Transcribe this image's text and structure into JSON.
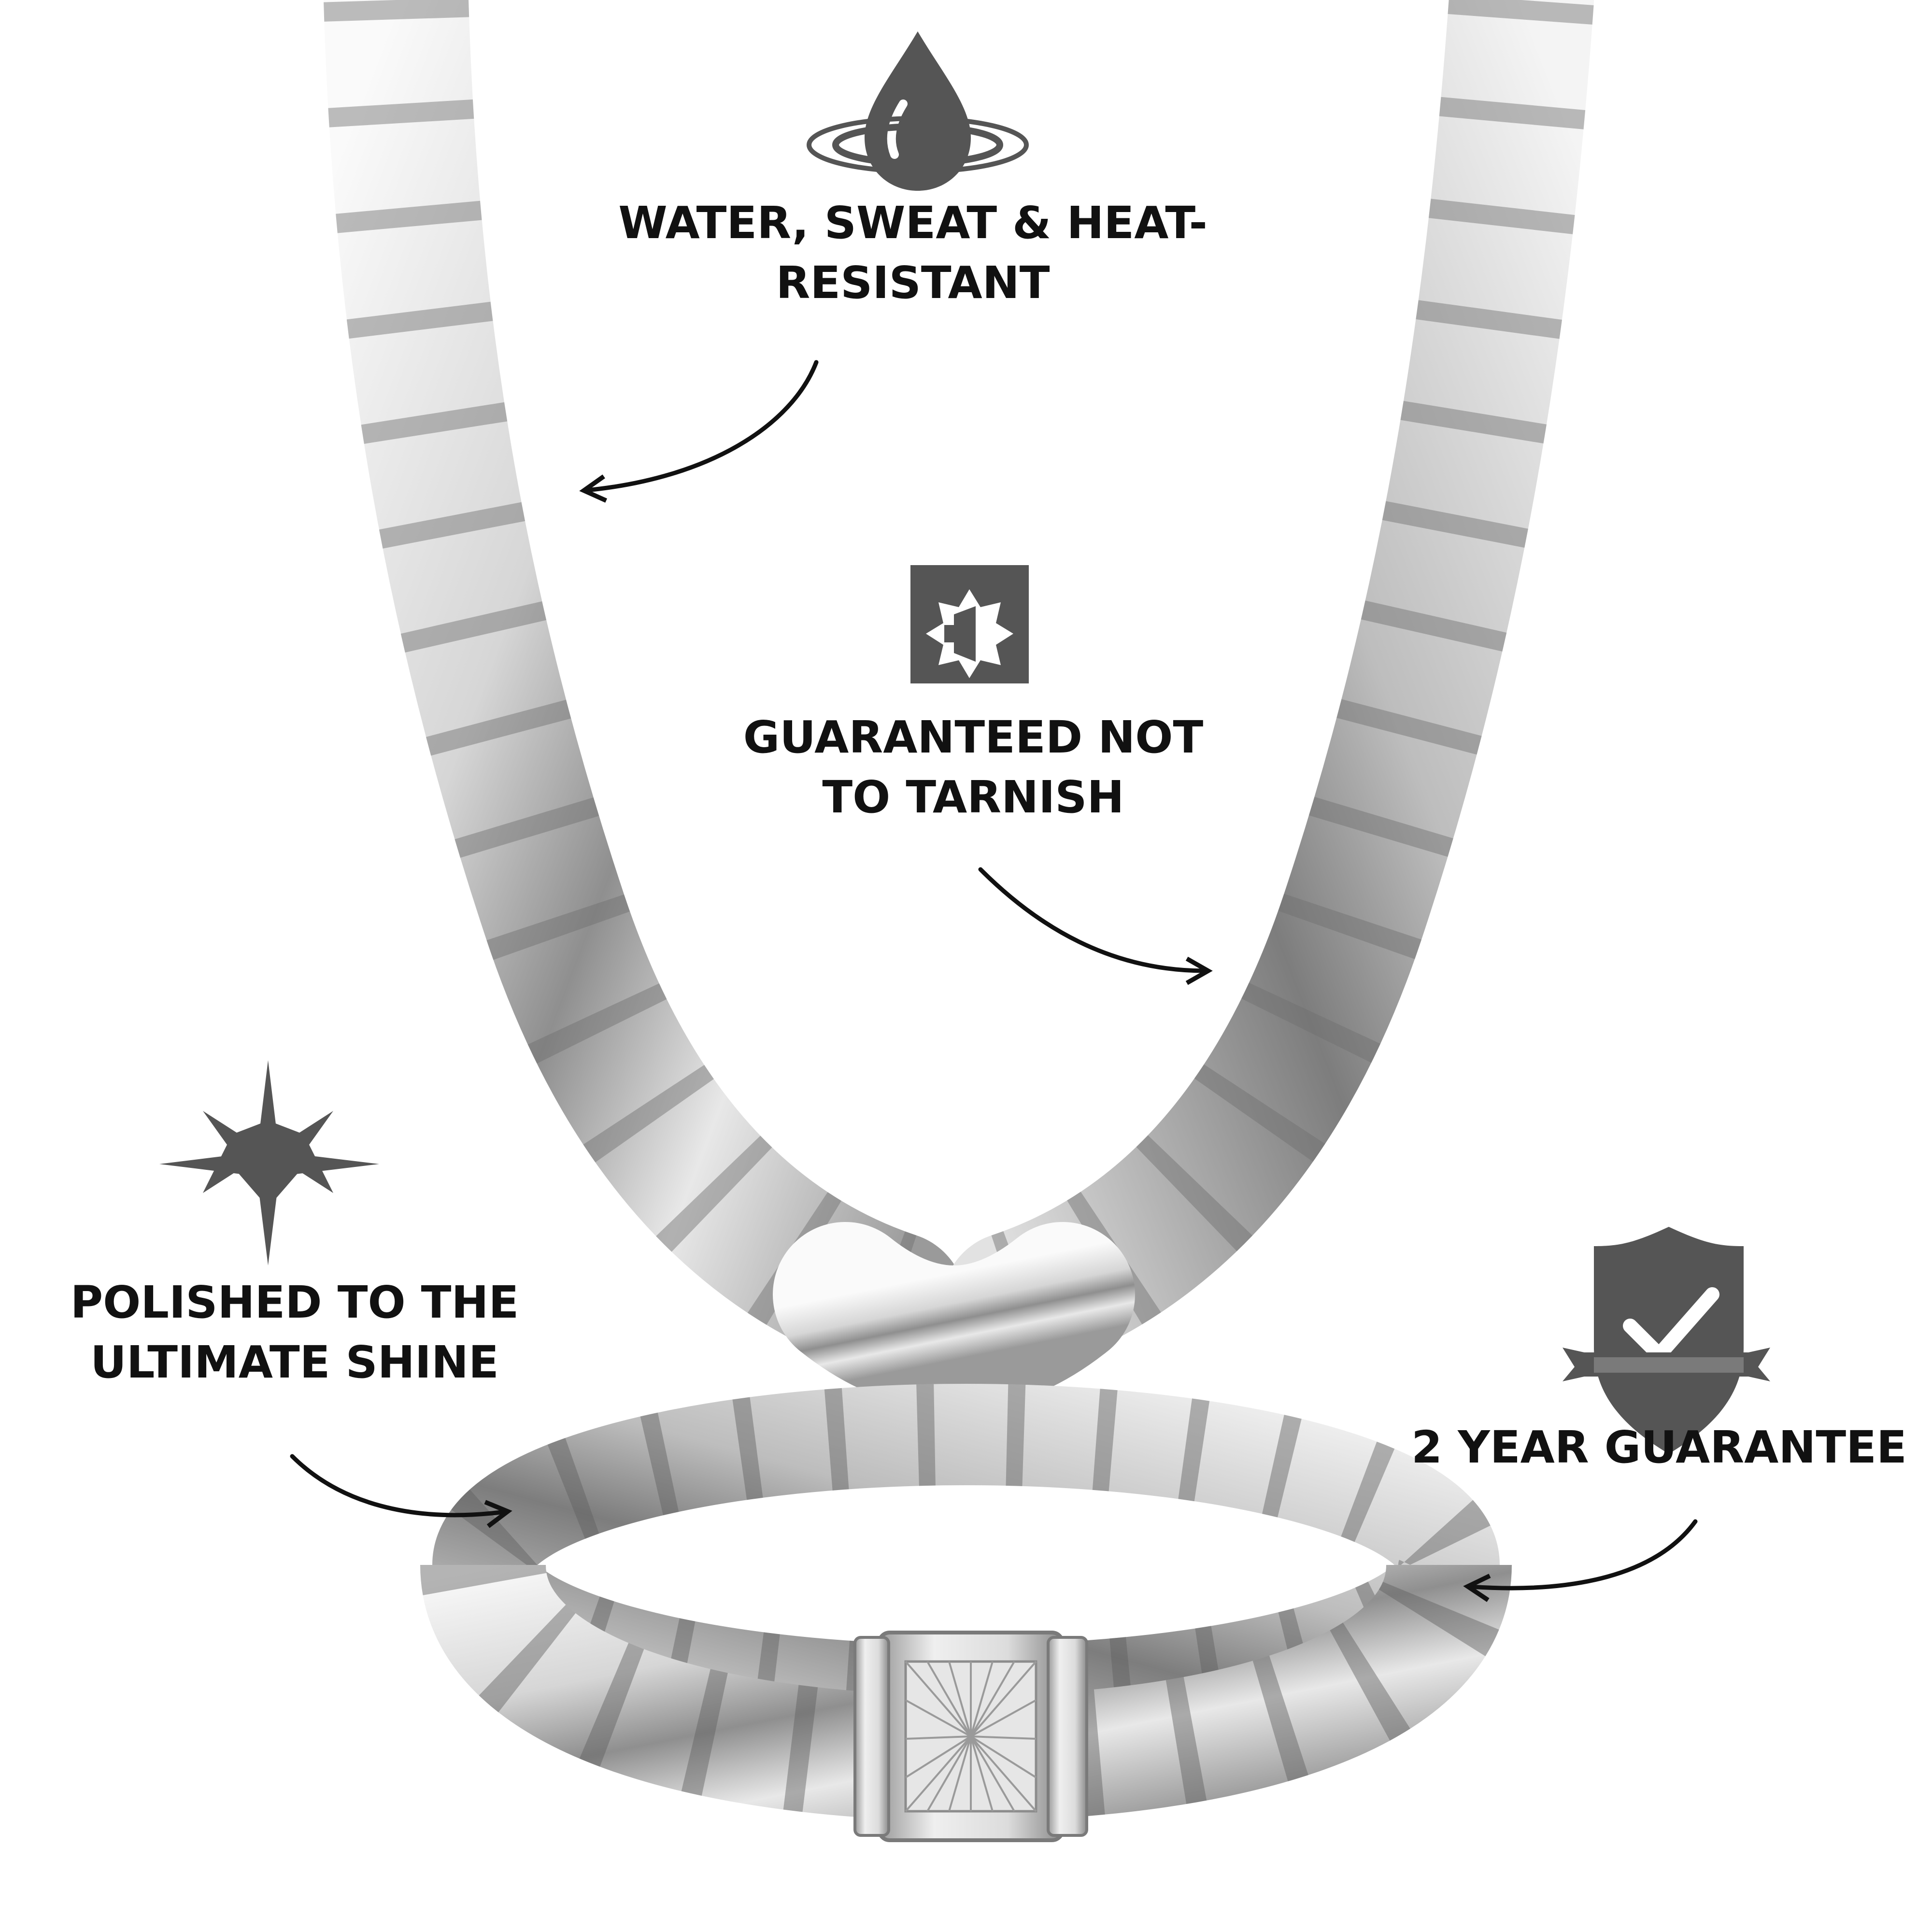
{
  "features": {
    "water": {
      "line1": "WATER, SWEAT & HEAT-",
      "line2": "RESISTANT",
      "icon": "water-drop-icon"
    },
    "tarnish": {
      "line1": "GUARANTEED NOT",
      "line2": "TO TARNISH",
      "icon": "anti-tarnish-icon"
    },
    "polish": {
      "line1": "POLISHED TO THE",
      "line2": "ULTIMATE SHINE",
      "icon": "sparkle-icon"
    },
    "guarantee": {
      "line1": "2 YEAR GUARANTEE",
      "icon": "shield-check-icon"
    }
  },
  "colors": {
    "icon": "#555555",
    "text": "#111111",
    "metal": "#c8c8c8"
  }
}
